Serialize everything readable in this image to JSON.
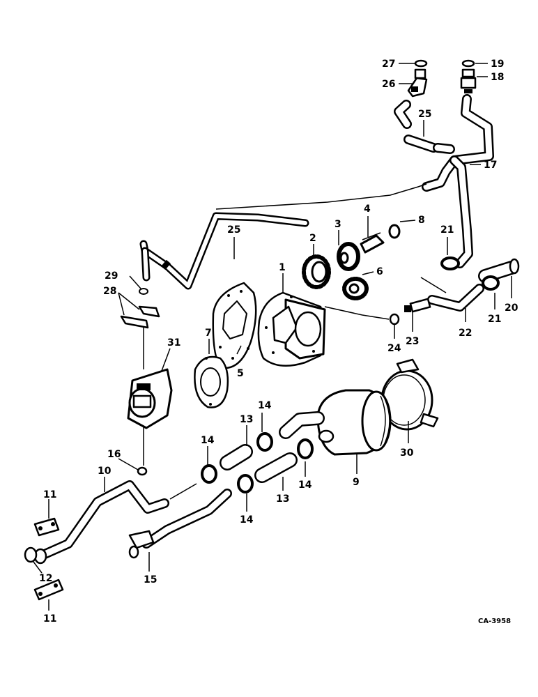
{
  "drawing_code": "CA-3958",
  "callouts": {
    "c1": "1",
    "c2": "2",
    "c3": "3",
    "c4": "4",
    "c5": "5",
    "c6": "6",
    "c7": "7",
    "c8": "8",
    "c9": "9",
    "c10": "10",
    "c11a": "11",
    "c11b": "11",
    "c12": "12",
    "c13a": "13",
    "c13b": "13",
    "c14a": "14",
    "c14b": "14",
    "c14c": "14",
    "c14d": "14",
    "c15": "15",
    "c16": "16",
    "c17": "17",
    "c18": "18",
    "c19": "19",
    "c20": "20",
    "c21a": "21",
    "c21b": "21",
    "c22": "22",
    "c23": "23",
    "c24": "24",
    "c25a": "25",
    "c25b": "25",
    "c26": "26",
    "c27": "27",
    "c28": "28",
    "c29": "29",
    "c30": "30",
    "c31": "31"
  }
}
